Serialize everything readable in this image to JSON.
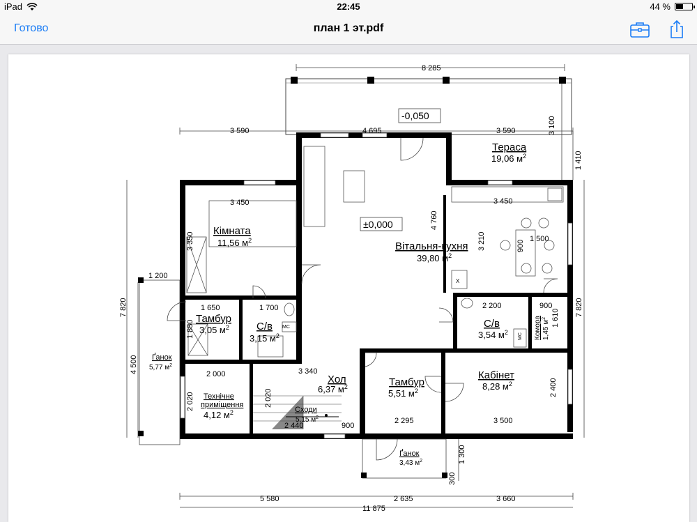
{
  "status_bar": {
    "device": "iPad",
    "time": "22:45",
    "battery": "44 %",
    "battery_level": 0.44
  },
  "nav_bar": {
    "done_label": "Готово",
    "title": "план 1 эт.pdf",
    "briefcase_icon": "briefcase-icon",
    "share_icon": "share-icon",
    "accent_color": "#1a7cf5"
  },
  "plan": {
    "dims": {
      "top_8285": "8 285",
      "top_3590_left": "3 590",
      "top_4695": "4 695",
      "top_3590_right": "3 590",
      "right_3100": "3 100",
      "right_1410": "1 410",
      "left_7820": "7 820",
      "right_7820": "7 820",
      "left_4500": "4 500",
      "bottom_5580": "5 580",
      "bottom_2635": "2 635",
      "bottom_3660": "3 660",
      "bottom_11875": "11 875",
      "bottom_1300": "1 300",
      "bottom_300": "300",
      "d3450a": "3 450",
      "d3350": "3 350",
      "d1200": "1 200",
      "d1650": "1 650",
      "d1700": "1 700",
      "d1850": "1 850",
      "d2000": "2 000",
      "d2020a": "2 020",
      "d3340": "3 340",
      "d2020b": "2 020",
      "d2440": "2 440",
      "d900a": "900",
      "d2295": "2 295",
      "d3500": "3 500",
      "d2400": "2 400",
      "d4760": "4 760",
      "d3450b": "3 450",
      "d3210": "3 210",
      "d1500": "1 500",
      "d900b": "900",
      "d2200": "2 200",
      "d900c": "900",
      "d1610": "1 610"
    },
    "levels": {
      "terrace_level": "-0,050",
      "floor_level": "±0,000"
    },
    "rooms": {
      "terrace": {
        "name": "Тераса",
        "area": "19,06 м",
        "sup": "2"
      },
      "room": {
        "name": "Кімната",
        "area": "11,56 м",
        "sup": "2"
      },
      "living": {
        "name": "Вітальня-кухня",
        "area": "39,80 м",
        "sup": "2"
      },
      "vestibule1": {
        "name": "Тамбур",
        "area": "3,05 м",
        "sup": "2"
      },
      "wc1": {
        "name": "С/в",
        "area": "3,15 м",
        "sup": "2"
      },
      "wc2": {
        "name": "С/в",
        "area": "3,54 м",
        "sup": "2"
      },
      "storage": {
        "name": "Комора",
        "area": "1,45 м",
        "sup": "2"
      },
      "porch_left": {
        "name": "Ґанок",
        "area": "5,77 м",
        "sup": "2"
      },
      "hall": {
        "name": "Хол",
        "area": "6,37 м",
        "sup": "2"
      },
      "vestibule2": {
        "name": "Тамбур",
        "area": "5,51 м",
        "sup": "2"
      },
      "office": {
        "name": "Кабінет",
        "area": "8,28 м",
        "sup": "2"
      },
      "tech": {
        "name1": "Технічне",
        "name2": "приміщення",
        "area": "4,12 м",
        "sup": "2"
      },
      "stairs": {
        "name": "Сходи",
        "area": "5,15 м",
        "sup": "2"
      },
      "porch_bottom": {
        "name": "Ґанок",
        "area": "3,43 м",
        "sup": "2"
      }
    },
    "fixtures": {
      "mc1": "МС",
      "mc2": "МС",
      "x_mark": "Х"
    }
  }
}
